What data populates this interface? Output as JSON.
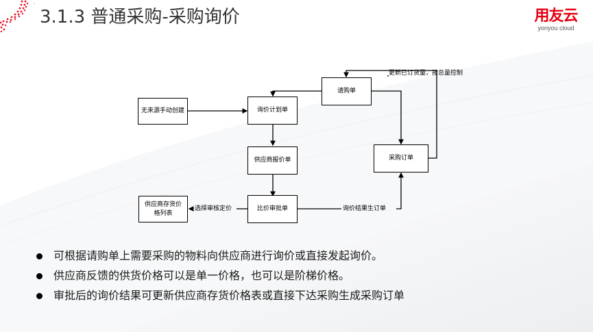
{
  "slide": {
    "title": "3.1.3 普通采购-采购询价",
    "brand": {
      "name": "用友云",
      "subtitle": "yonyou cloud",
      "color": "#e60012"
    }
  },
  "diagram": {
    "nodes": {
      "requisition": "请购单",
      "manual_create": "无来源手动创建",
      "inquiry_plan": "询价计划单",
      "supplier_quote": "供应商报价单",
      "purchase_order": "采购订单",
      "price_comparison": "比价审批单",
      "supplier_price_list": "供应商存货价格列表"
    },
    "edge_labels": {
      "update_ordered_qty": "更新已订货量，按总量控制",
      "select_approve_price": "选择审核定价",
      "inquiry_result_order": "询价结果生订单"
    }
  },
  "bullets": [
    "可根据请购单上需要采购的物料向供应商进行询价或直接发起询价。",
    "供应商反馈的供货价格可以是单一价格，也可以是阶梯价格。",
    "审批后的询价结果可更新供应商存货价格表或直接下达采购生成采购订单"
  ]
}
